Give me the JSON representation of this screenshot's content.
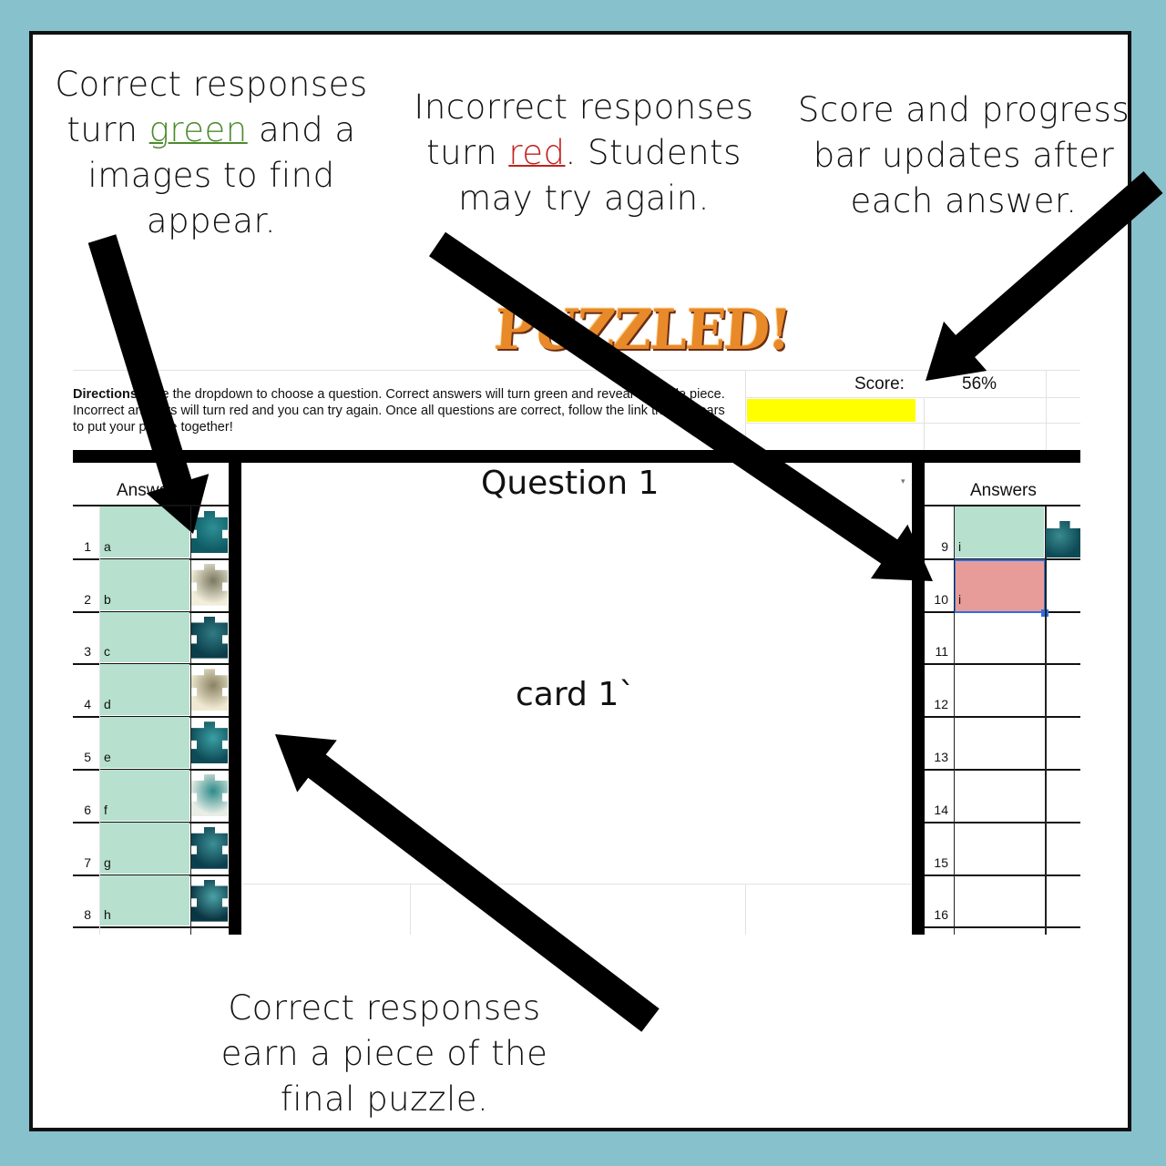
{
  "callouts": {
    "correct_green": {
      "line1": "Correct responses",
      "line2_pre": "turn ",
      "line2_word": "green",
      "line2_post": " and a",
      "line3": "images to find",
      "line4": "appear."
    },
    "incorrect_red": {
      "line1": "Incorrect responses",
      "line2_pre": "turn ",
      "line2_word": "red",
      "line2_post": ".  Students",
      "line3": "may try again."
    },
    "score_progress": {
      "line1": "Score and progress",
      "line2": "bar updates after",
      "line3": "each answer."
    },
    "puzzle_piece": {
      "line1": "Correct responses",
      "line2": "earn a piece of the",
      "line3": "final puzzle."
    }
  },
  "sheet": {
    "logo_text": "PUZZLED!",
    "directions": {
      "bold": "Directions:",
      "text": "Use the dropdown to choose a question. Correct answers will turn green and reveal a puzzle piece. Incorrect answers will turn red and you can try again. Once all questions are correct, follow the link that appears to put your puzzle together!"
    },
    "score_label": "Score:",
    "score_value": "56%",
    "progress_fraction": 0.56,
    "left_header": "Answers",
    "right_header": "Answers",
    "question_title": "Question 1",
    "card_text": "card 1`",
    "left_rows": [
      {
        "num": "1",
        "answer": "a",
        "status": "correct"
      },
      {
        "num": "2",
        "answer": "b",
        "status": "correct"
      },
      {
        "num": "3",
        "answer": "c",
        "status": "correct"
      },
      {
        "num": "4",
        "answer": "d",
        "status": "correct"
      },
      {
        "num": "5",
        "answer": "e",
        "status": "correct"
      },
      {
        "num": "6",
        "answer": "f",
        "status": "correct"
      },
      {
        "num": "7",
        "answer": "g",
        "status": "correct"
      },
      {
        "num": "8",
        "answer": "h",
        "status": "correct"
      }
    ],
    "right_rows": [
      {
        "num": "9",
        "answer": "i",
        "status": "correct"
      },
      {
        "num": "10",
        "answer": "i",
        "status": "incorrect"
      },
      {
        "num": "11",
        "answer": "",
        "status": "empty"
      },
      {
        "num": "12",
        "answer": "",
        "status": "empty"
      },
      {
        "num": "13",
        "answer": "",
        "status": "empty"
      },
      {
        "num": "14",
        "answer": "",
        "status": "empty"
      },
      {
        "num": "15",
        "answer": "",
        "status": "empty"
      },
      {
        "num": "16",
        "answer": "",
        "status": "empty"
      }
    ]
  },
  "colors": {
    "background": "#86c1cc",
    "correct": "#b7e0cf",
    "incorrect": "#e89c9a",
    "progress": "#ffff00",
    "callout_green": "#4e8a2e",
    "callout_red": "#c0221f"
  }
}
